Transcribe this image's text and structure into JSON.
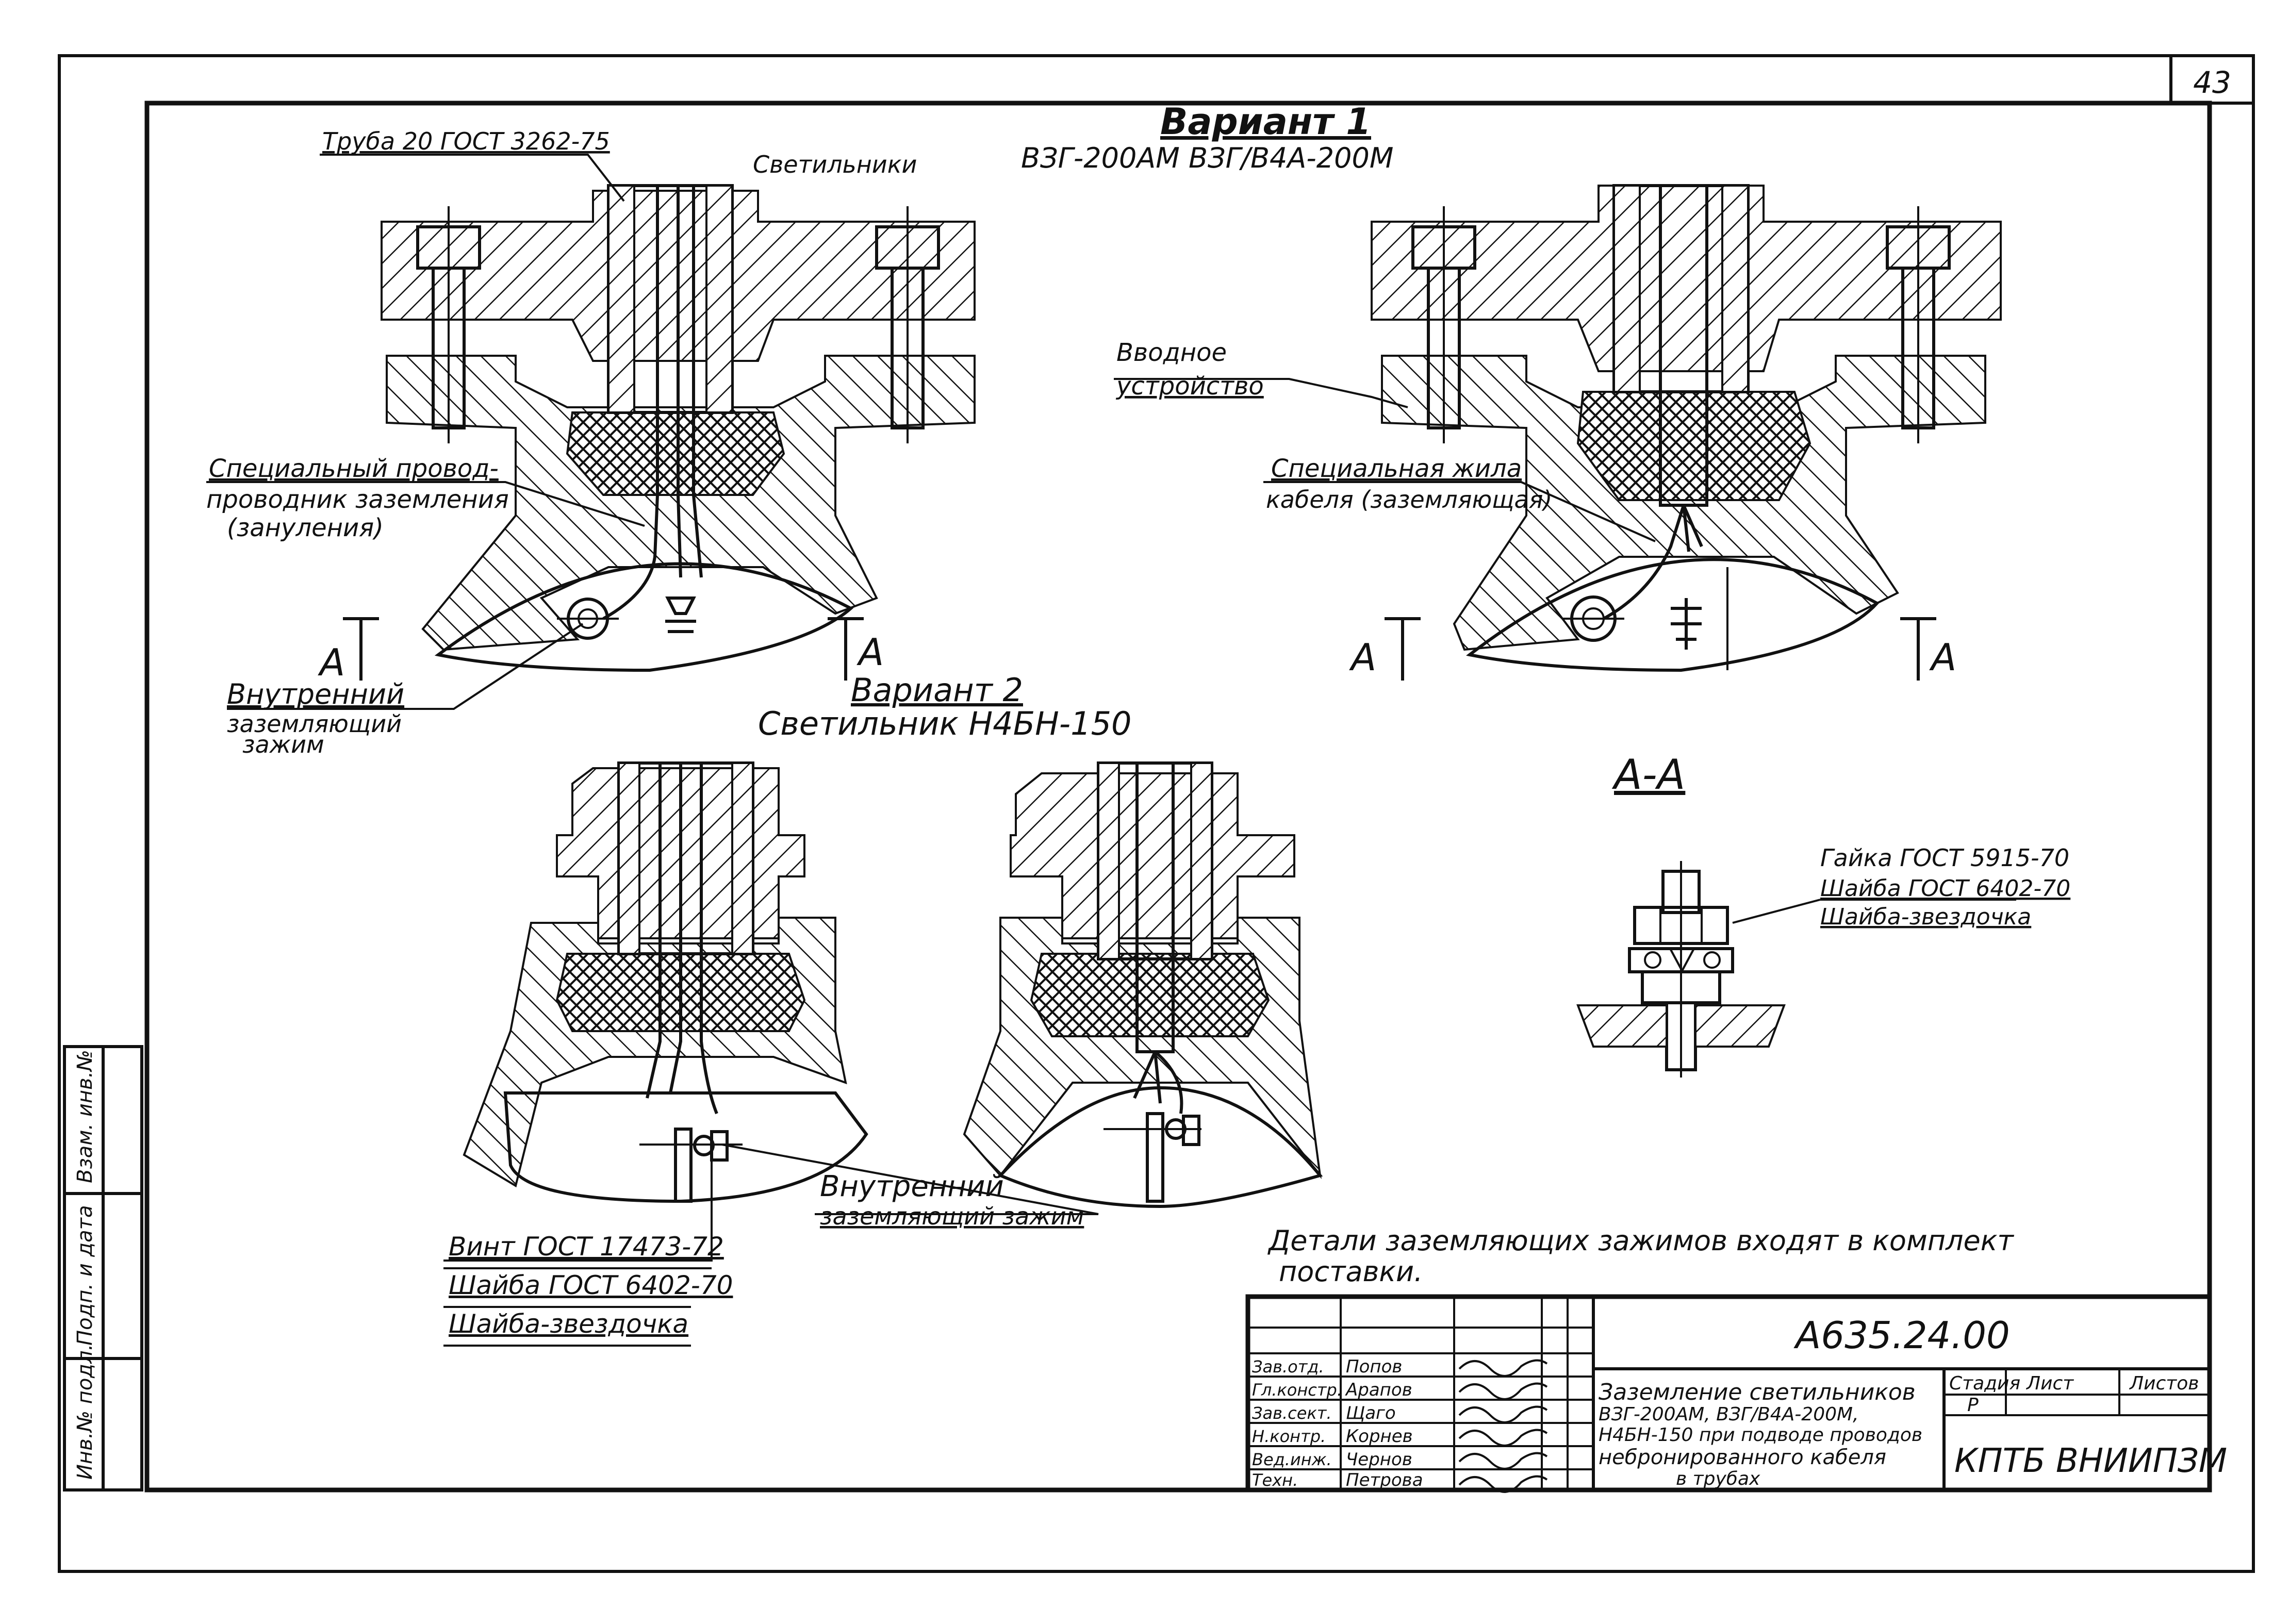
{
  "sheet_number": "43",
  "variant1": {
    "title": "Вариант 1",
    "subtitle": "ВЗГ-200АМ   ВЗГ/В4А-200М",
    "label_pipe": "Труба 20 ГОСТ 3262-75",
    "label_lamps": "Светильники",
    "label_inlet_line1": "Вводное",
    "label_inlet_line2": "устройство",
    "label_wire_line1": "Специальный провод-",
    "label_wire_line2": "проводник заземления",
    "label_wire_line3": "(зануления)",
    "label_core_line1": "Специальная жила",
    "label_core_line2": "кабеля (заземляющая)",
    "label_clamp_line1": "Внутренний",
    "label_clamp_line2": "заземляющий",
    "label_clamp_line3": "зажим",
    "section_mark": "А"
  },
  "variant2": {
    "title": "Вариант 2",
    "subtitle": "Светильник Н4БН-150",
    "label_clamp_line1": "Внутренний",
    "label_clamp_line2": "заземляющий зажим",
    "label_screw": "Винт ГОСТ 17473-72",
    "label_washer": "Шайба ГОСТ 6402-70",
    "label_star": "Шайба-звездочка"
  },
  "section_aa": {
    "title": "А-А",
    "label_nut": "Гайка ГОСТ 5915-70",
    "label_washer": "Шайба ГОСТ 6402-70",
    "label_star": "Шайба-звездочка"
  },
  "note_line1": "Детали заземляющих зажимов входят в комплект",
  "note_line2": "поставки.",
  "side_stamp": [
    "Инв.№ подл.",
    "Подп. и дата",
    "Взам. инв.№"
  ],
  "title_block": {
    "doc_code": "А635.24.00",
    "title_line1": "Заземление светильников",
    "title_line2": "ВЗГ-200АМ, ВЗГ/В4А-200М,",
    "title_line3": "Н4БН-150 при подводе проводов",
    "title_line4": "небронированного кабеля",
    "title_line5": "в трубах",
    "stage_header": "Стадия",
    "sheet_header": "Лист",
    "sheets_header": "Листов",
    "stage_value": "Р",
    "org": "КПТБ ВНИИПЗМ",
    "roles": [
      "Зав.отд.",
      "Гл.констр.",
      "Зав.сект.",
      "Н.контр.",
      "Вед.инж.",
      "Техн."
    ],
    "names": [
      "Попов",
      "Арапов",
      "Щаго",
      "Корнев",
      "Чернов",
      "Петрова"
    ]
  }
}
